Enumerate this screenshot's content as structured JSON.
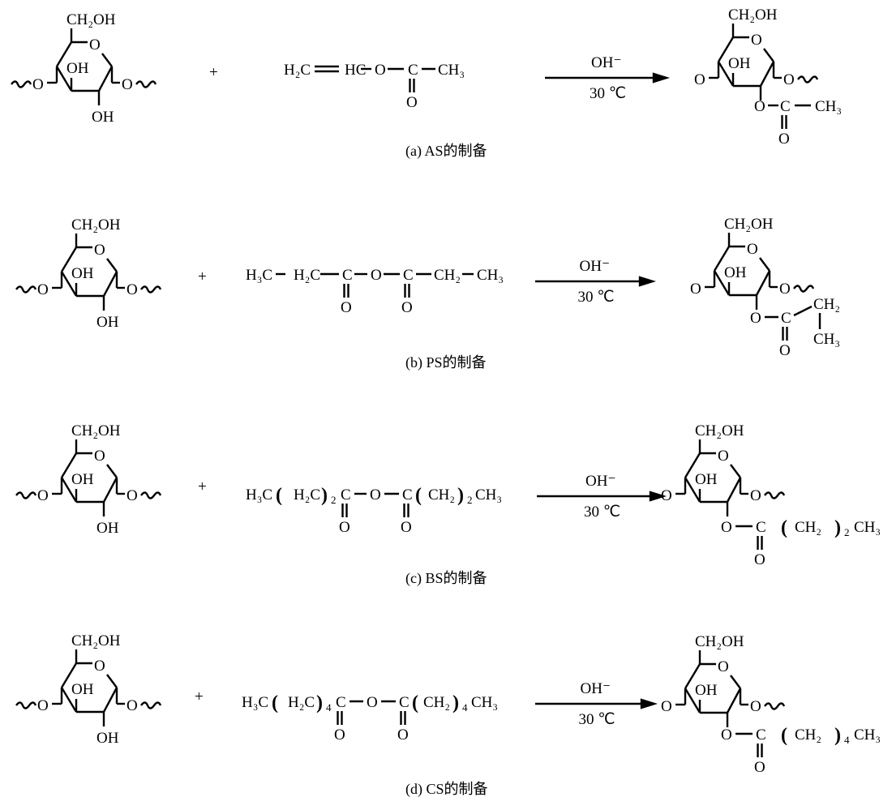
{
  "glucose": {
    "ch2oh": "CH₂OH",
    "ring_o": "O",
    "oh": "OH",
    "o": "O"
  },
  "plus": "+",
  "conditions": {
    "top": "OH⁻",
    "bottom": "30 ℃"
  },
  "rows": [
    {
      "caption": "(a) AS的制备",
      "reagent": [
        "H₂C",
        "HC",
        "O",
        "C",
        "CH₃"
      ],
      "reagent_carbonyl_o": "O",
      "product_tail": [
        "O",
        "C",
        "CH₃"
      ]
    },
    {
      "caption": "(b) PS的制备",
      "reagent": [
        "H₃C",
        "H₂C",
        "C",
        "O",
        "C",
        "CH₂",
        "CH₃"
      ],
      "reagent_carbonyl_o": "O",
      "product_tail": [
        "O",
        "C",
        "CH₂",
        "CH₃"
      ]
    },
    {
      "caption": "(c) BS的制备",
      "reagent": [
        "H₃C",
        "(",
        "H₂C",
        ")",
        "2",
        "C",
        "O",
        "C",
        "(",
        "CH₂",
        ")",
        "2",
        "CH₃"
      ],
      "reagent_carbonyl_o": "O",
      "product_tail": [
        "O",
        "C",
        "(",
        "CH₂",
        ")",
        "2",
        "CH₃"
      ]
    },
    {
      "caption": "(d) CS的制备",
      "reagent": [
        "H₃C",
        "(",
        "H₂C",
        ")",
        "4",
        "C",
        "O",
        "C",
        "(",
        "CH₂",
        ")",
        "4",
        "CH₃"
      ],
      "reagent_carbonyl_o": "O",
      "product_tail": [
        "O",
        "C",
        "(",
        "CH₂",
        ")",
        "4",
        "CH₃"
      ]
    }
  ]
}
